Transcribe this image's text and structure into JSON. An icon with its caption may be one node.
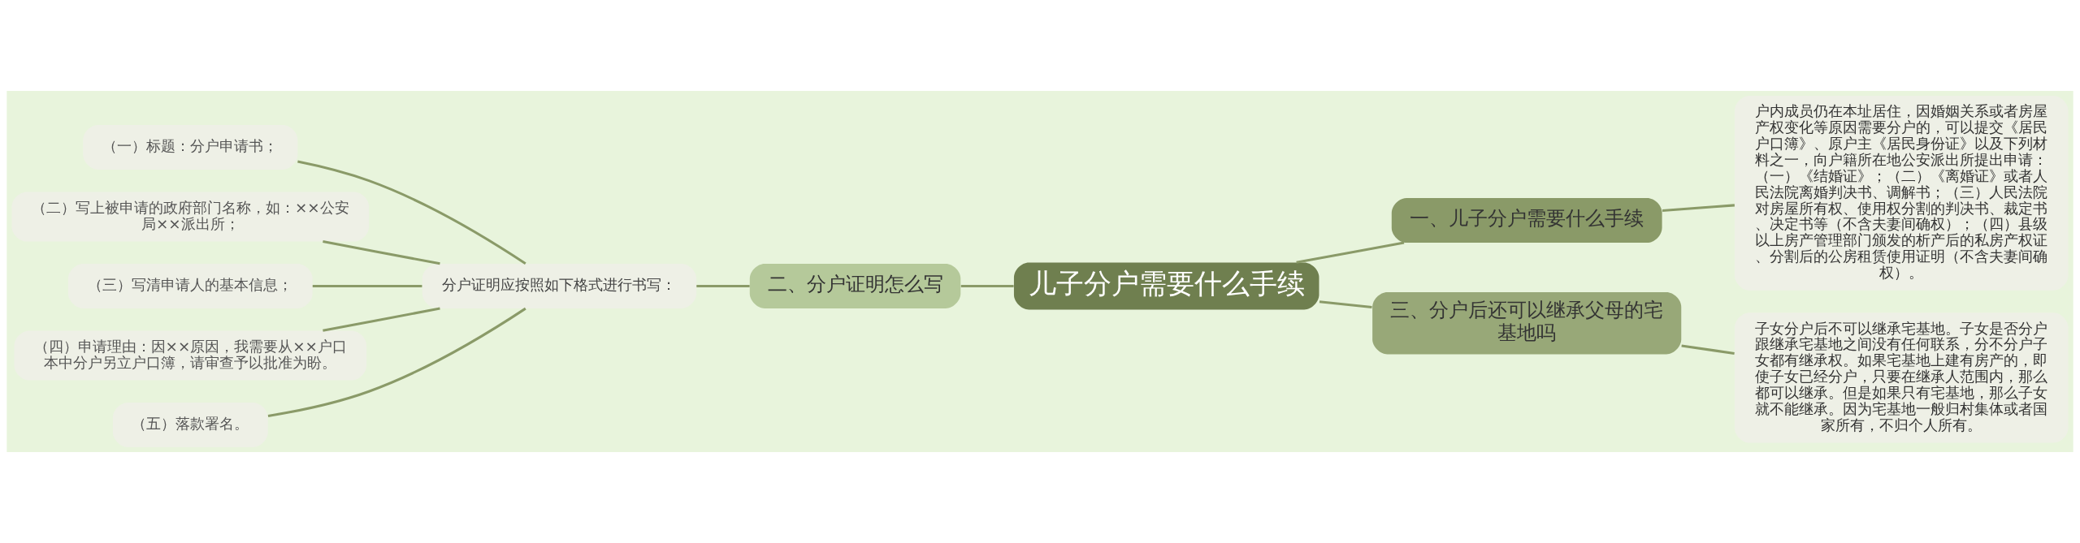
{
  "diagram": {
    "nodes": [
      {
        "text": [
          "儿子分户需要什么手续"
        ]
      },
      {
        "text": [
          "一、儿子分户需要什么手续"
        ]
      },
      {
        "text": [
          "户内成员仍在本址居住，因婚姻关系或者房屋产权变化等原因需要分户的，可以提交《居民户口簿》、原户主《居民身份证》以及下列材料之一，向户籍所在地公安派出所提出申请：（一）《结婚证》；（二）《离婚证》或者人民法院离婚判决书、调解书；（三）人民法院对房屋所有权、使用权分割的判决书、裁定书、决定书等（不含夫妻间确权）；（四）县级以上房产管理部门颁发的析产后的私房产权证、分割后的公房租赁使用证明（不含夫妻间确权）。"
        ]
      },
      {
        "text": [
          "二、分户证明怎么写"
        ]
      },
      {
        "text": [
          "分户证明应按照如下格式进行书写："
        ]
      },
      {
        "text": [
          "（一）标题：分户申请书；"
        ]
      },
      {
        "text": [
          "（二）写上被申请的政府部门名称，如：××公安局××派出所；"
        ]
      },
      {
        "text": [
          "（三）写清申请人的基本信息；"
        ]
      },
      {
        "text": [
          "（四）申请理由：因××原因，我需要从××户口本中分户另立户口簿，请审查予以批准为盼。"
        ]
      },
      {
        "text": [
          "（五）落款署名。"
        ]
      },
      {
        "text": [
          "三、分户后还可以继承父母的宅基地吗"
        ]
      },
      {
        "text": [
          "子女分户后不可以继承宅基地。子女是否分户跟继承宅基地之间没有任何联系，分不分户子女都有继承权。如果宅基地上建有房产的，即使子女已经分户，只要在继承人范围内，那么都可以继承。但是如果只有宅基地，那么子女就不能继承。因为宅基地一般归村集体或者国家所有，不归个人所有。"
        ]
      }
    ],
    "edges": [
      {
        "from": 0,
        "to": 1,
        "arrow": "none"
      },
      {
        "from": 1,
        "to": 2,
        "arrow": "none"
      },
      {
        "from": 3,
        "to": 0,
        "arrow": "none"
      },
      {
        "from": 4,
        "to": 3,
        "arrow": "none"
      },
      {
        "from": 5,
        "to": 4,
        "arrow": "none"
      },
      {
        "from": 6,
        "to": 4,
        "arrow": "none"
      },
      {
        "from": 7,
        "to": 4,
        "arrow": "none"
      },
      {
        "from": 8,
        "to": 4,
        "arrow": "none"
      },
      {
        "from": 9,
        "to": 4,
        "arrow": "none"
      },
      {
        "from": 0,
        "to": 10,
        "arrow": "none"
      },
      {
        "from": 10,
        "to": 11,
        "arrow": "none"
      }
    ]
  }
}
